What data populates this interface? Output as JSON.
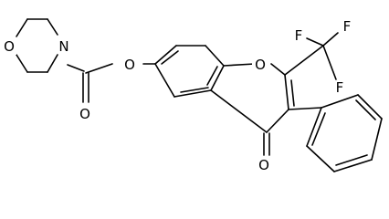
{
  "atoms": {
    "morpholine_O": "O",
    "morpholine_N": "N",
    "carbonyl_O": "O",
    "ester_O": "O",
    "ring_O": "O",
    "ketone_O": "O",
    "F1": "F",
    "F2": "F",
    "F3": "F"
  }
}
